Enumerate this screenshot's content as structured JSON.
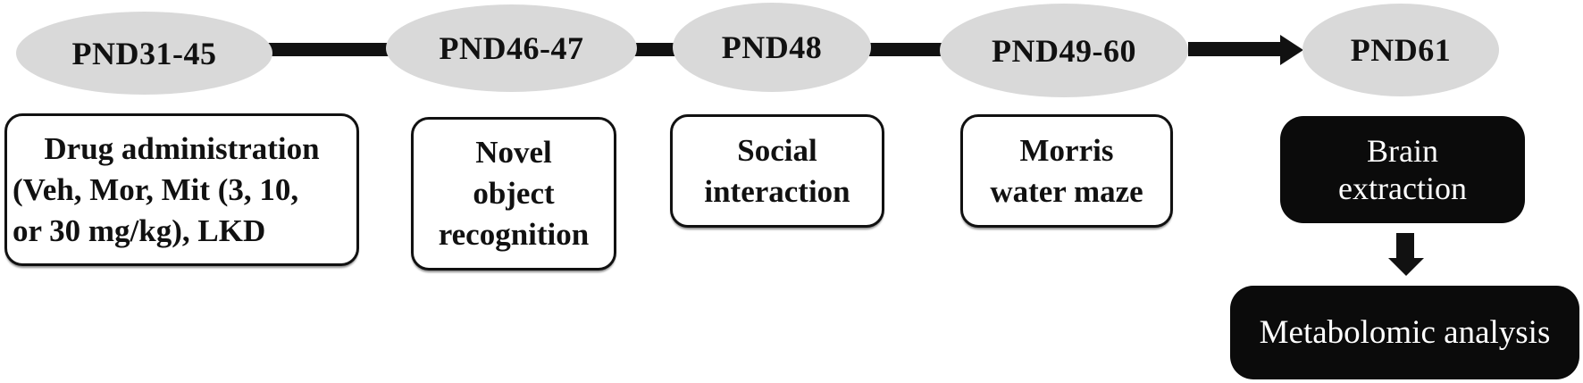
{
  "diagram": {
    "description": "Experimental timeline flowchart by postnatal day (PND)",
    "colors": {
      "background": "#ffffff",
      "stage_ellipse_fill": "#d9d9d9",
      "outline_box_border": "#111111",
      "filled_box_fill": "#0b0b0b",
      "connector": "#111111",
      "text_dark": "#111111",
      "text_light": "#ffffff"
    },
    "stages": [
      {
        "period": "PND31-45",
        "task_lines": [
          "Drug administration",
          "(Veh, Mor, Mit (3, 10,",
          "or 30 mg/kg), LKD"
        ]
      },
      {
        "period": "PND46-47",
        "task_lines": [
          "Novel",
          "object",
          "recognition"
        ]
      },
      {
        "period": "PND48",
        "task_lines": [
          "Social",
          "interaction"
        ]
      },
      {
        "period": "PND49-60",
        "task_lines": [
          "Morris",
          "water maze"
        ]
      },
      {
        "period": "PND61",
        "task_lines": [
          "Brain",
          "extraction"
        ]
      }
    ],
    "final_step": {
      "label": "Metabolomic analysis"
    }
  }
}
